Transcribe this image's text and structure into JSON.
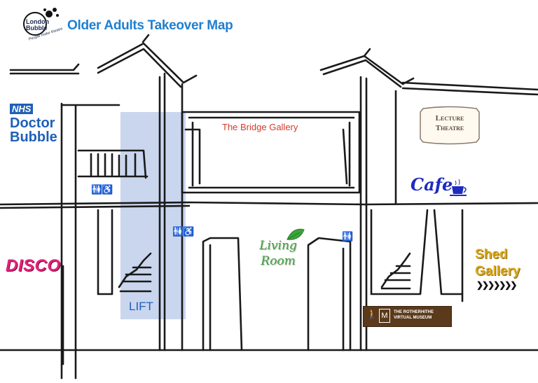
{
  "header": {
    "title": "Older Adults Takeover Map",
    "logo_line1": "London",
    "logo_line2": "Bubble",
    "logo_tagline": "People make theatre"
  },
  "labels": {
    "nhs": "NHS",
    "doctor_line1": "Doctor",
    "doctor_line2": "Bubble",
    "bridge_gallery": "The Bridge Gallery",
    "lecture_line1": "Lecture",
    "lecture_line2": "Theatre",
    "cafe": "Cafe",
    "disco": "DISCO",
    "living_line1": "Living",
    "living_line2": "Room",
    "shed_line1": "Shed",
    "shed_line2": "Gallery",
    "lift": "LIFT",
    "museum_line1": "THE ROTHERHITHE",
    "museum_line2": "VIRTUAL MUSEUM"
  },
  "icons": {
    "toilets": "toilets-icon",
    "wheelchair": "wheelchair-icon",
    "coffee": "coffee-cup-icon",
    "leaf": "leaf-icon",
    "chevrons": "chevron-right-icon"
  },
  "colors": {
    "title_blue": "#1f7fd0",
    "nhs_blue": "#1f5fb8",
    "bridge_red": "#d33a2c",
    "cafe_blue": "#1e2bbf",
    "disco_pink": "#e3217a",
    "living_green": "#3da33a",
    "shed_gold": "#dba91a",
    "lift_shade": "#c9d6ee",
    "museum_brown": "#5a3a1a"
  }
}
